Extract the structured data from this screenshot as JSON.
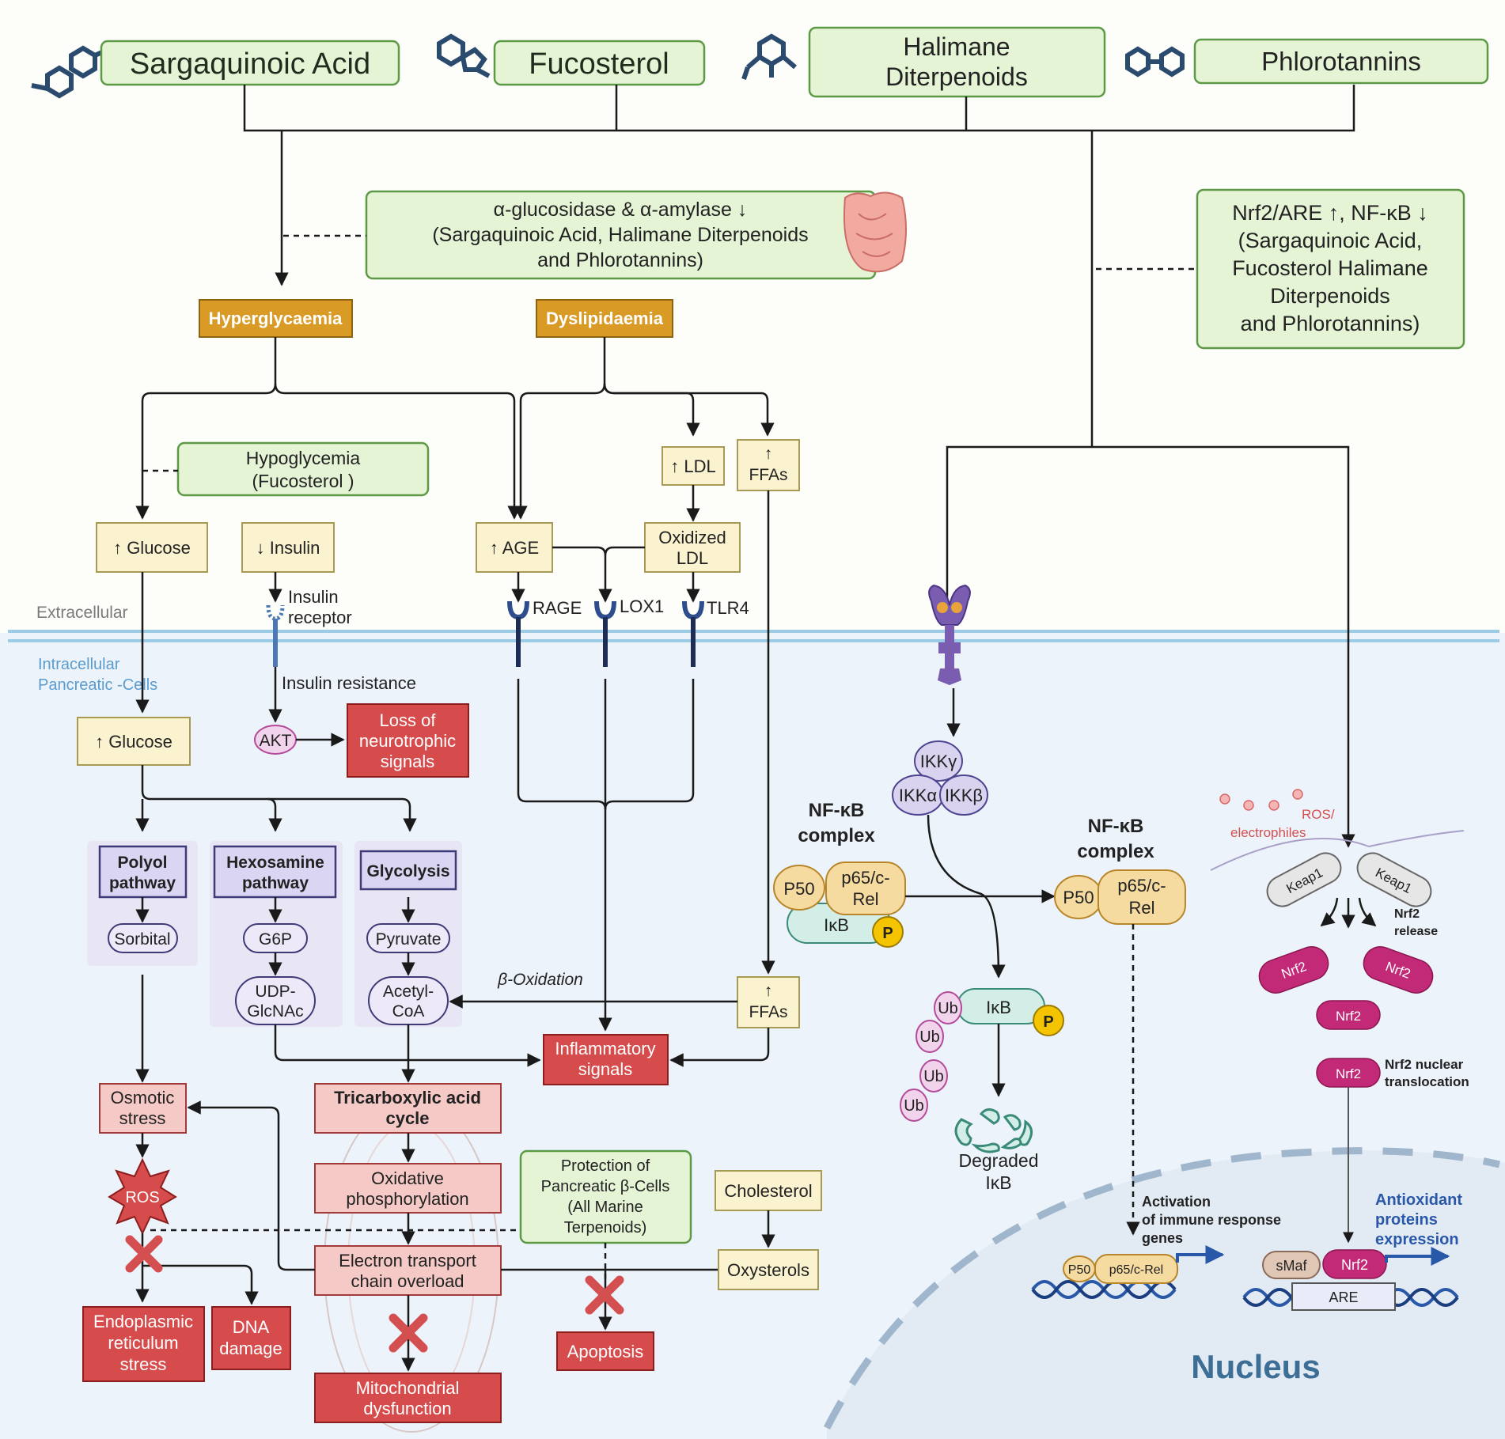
{
  "compounds": {
    "sargaquinoic": "Sargaquinoic Acid",
    "fucosterol": "Fucosterol",
    "halimane_1": "Halimane",
    "halimane_2": "Diterpenoids",
    "phlorotannins": "Phlorotannins"
  },
  "enzyme_box": {
    "line1": "α-glucosidase & α-amylase ↓",
    "line2": "(Sargaquinoic Acid, Halimane Diterpenoids",
    "line3": "and Phlorotannins)"
  },
  "nrf2_box": {
    "line1": "Nrf2/ARE ↑, NF-κB ↓",
    "line2": "(Sargaquinoic Acid,",
    "line3": "Fucosterol Halimane",
    "line4": "Diterpenoids",
    "line5": "and Phlorotannins)"
  },
  "hypoglycemia": {
    "line1": "Hypoglycemia",
    "line2": "(Fucosterol )"
  },
  "protection": {
    "line1": "Protection of",
    "line2": "Pancreatic β-Cells",
    "line3": "(All Marine",
    "line4": "Terpenoids)"
  },
  "states": {
    "hyperglycaemia": "Hyperglycaemia",
    "dyslipidaemia": "Dyslipidaemia"
  },
  "extracellular": {
    "glucose": "↑ Glucose",
    "insulin": "↓ Insulin",
    "age": "↑ AGE",
    "ldl": "↑ LDL",
    "oxldl_1": "Oxidized",
    "oxldl_2": "LDL",
    "ffas_arrow": "↑",
    "ffas": "FFAs",
    "insulin_receptor_1": "Insulin",
    "insulin_receptor_2": "receptor",
    "rage": "RAGE",
    "lox1": "LOX1",
    "tlr4": "TLR4",
    "label": "Extracellular"
  },
  "intracellular": {
    "label_1": "Intracellular",
    "label_2": "Pancreatic -Cells",
    "glucose": "↑ Glucose",
    "insulin_resistance": "Insulin resistance",
    "akt": "AKT",
    "loss_1": "Loss of",
    "loss_2": "neurotrophic",
    "loss_3": "signals",
    "polyol_1": "Polyol",
    "polyol_2": "pathway",
    "sorbital": "Sorbital",
    "hexosamine_1": "Hexosamine",
    "hexosamine_2": "pathway",
    "g6p": "G6P",
    "udp_1": "UDP-",
    "udp_2": "GlcNAc",
    "glycolysis": "Glycolysis",
    "pyruvate": "Pyruvate",
    "acetyl_1": "Acetyl-",
    "acetyl_2": "CoA",
    "beta_ox": "β-Oxidation",
    "ffas_arrow": "↑",
    "ffas": "FFAs",
    "inflam_1": "Inflammatory",
    "inflam_2": "signals",
    "osmotic_1": "Osmotic",
    "osmotic_2": "stress",
    "ros": "ROS",
    "tca_1": "Tricarboxylic acid",
    "tca_2": "cycle",
    "oxphos_1": "Oxidative",
    "oxphos_2": "phosphorylation",
    "etc_1": "Electron transport",
    "etc_2": "chain overload",
    "er_1": "Endoplasmic",
    "er_2": "reticulum",
    "er_3": "stress",
    "dna_1": "DNA",
    "dna_2": "damage",
    "mito_1": "Mitochondrial",
    "mito_2": "dysfunction",
    "apoptosis": "Apoptosis",
    "cholesterol": "Cholesterol",
    "oxysterols": "Oxysterols"
  },
  "nfkb": {
    "ikkg": "IKKγ",
    "ikka": "IKKα",
    "ikkb": "IKKβ",
    "complex_1": "NF-κB",
    "complex_2": "complex",
    "p50": "P50",
    "p65_1": "p65/c-",
    "p65_2": "Rel",
    "ikb": "IκB",
    "p": "P",
    "ub": "Ub",
    "degraded_1": "Degraded",
    "degraded_2": "IκB",
    "activation_1": "Activation",
    "activation_2": "of immune response",
    "activation_3": "genes",
    "p65_full": "p65/c-Rel"
  },
  "nrf2": {
    "ros_1": "ROS/",
    "ros_2": "electrophiles",
    "keap": "Keap1",
    "release_1": "Nrf2",
    "release_2": "release",
    "nrf2": "Nrf2",
    "translocation_1": "Nrf2 nuclear",
    "translocation_2": "translocation",
    "antiox_1": "Antioxidant",
    "antiox_2": "proteins",
    "antiox_3": "expression",
    "smaf": "sMaf",
    "are": "ARE",
    "nucleus": "Nucleus"
  },
  "colors": {
    "membrane": "#9ccbe6",
    "intracellular_bg": "#edf3fa",
    "nucleus_fill": "#e2eaf4",
    "nucleus_label": "#3d6f96",
    "intracellular_label": "#5b9ccf",
    "antiox_text": "#2a58a8"
  }
}
